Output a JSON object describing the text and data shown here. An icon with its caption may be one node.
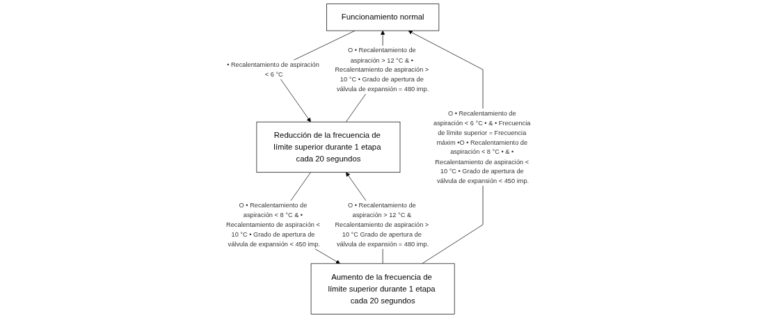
{
  "diagram": {
    "nodes": [
      {
        "text": [
          "Funcionamiento normal"
        ]
      },
      {
        "text": [
          "Reducción de la frecuencia de límite superior durante 1 etapa cada 20 segundos"
        ]
      },
      {
        "text": [
          "Aumento de la frecuencia de límite superior durante 1 etapa cada 20 segundos"
        ]
      }
    ],
    "edges": [
      {
        "from": 1,
        "to": 0,
        "arrow": "to",
        "label": "O • Recalentamiento de aspiración > 12 °C & • Recalentamiento de aspiración > 10 °C • Grado de apertura de válvula de expansión = 480 imp."
      },
      {
        "from": 0,
        "to": 1,
        "arrow": "to",
        "label": "• Recalentamiento de aspiración < 6 °C"
      },
      {
        "from": 2,
        "to": 0,
        "arrow": "to",
        "label": "O • Recalentamiento de aspiración < 6 °C • & • Frecuencia de límite superior = Frecuencia máxim •O • Recalentamiento de aspiración < 8 °C • & • Recalentamiento de aspiración < 10 °C • Grado de apertura de válvula de expansión < 450 imp."
      },
      {
        "from": 1,
        "to": 2,
        "arrow": "to",
        "label": "O • Recalentamiento de aspiración < 8 °C & • Recalentamiento de aspiración < 10 °C • Grado de apertura de válvula de expansión < 450 imp."
      },
      {
        "from": 2,
        "to": 1,
        "arrow": "to",
        "label": "O • Recalentamiento de aspiración > 12 °C & Recalentamiento de aspiración > 10 °C Grado de apertura de válvula de expansión = 480 imp."
      }
    ]
  }
}
